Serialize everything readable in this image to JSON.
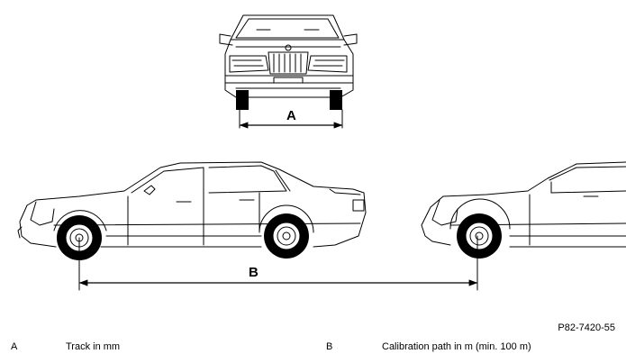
{
  "figure": {
    "dimension_a_label": "A",
    "dimension_b_label": "B",
    "figure_id": "P82-7420-55"
  },
  "legend": [
    {
      "key": "A",
      "text": "Track in mm"
    },
    {
      "key": "B",
      "text": "Calibration path in m (min. 100 m)"
    }
  ]
}
